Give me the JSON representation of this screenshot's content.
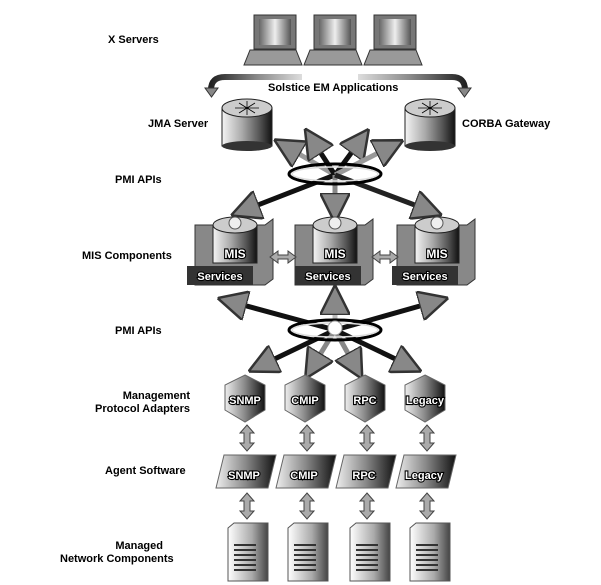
{
  "rows": {
    "x_servers": "X Servers",
    "pmi_apis_top": "PMI APIs",
    "mis_components": "MIS Components",
    "pmi_apis_bottom": "PMI APIs",
    "adapters_line1": "Management",
    "adapters_line2": "Protocol Adapters",
    "agent_software": "Agent Software",
    "managed_line1": "Managed",
    "managed_line2": "Network Components"
  },
  "apps_label": "Solstice EM Applications",
  "jma_server": "JMA Server",
  "corba_gateway": "CORBA Gateway",
  "mis": [
    {
      "top": "MIS",
      "bottom": "Services"
    },
    {
      "top": "MIS",
      "bottom": "Services"
    },
    {
      "top": "MIS",
      "bottom": "Services"
    }
  ],
  "adapters": [
    "SNMP",
    "CMIP",
    "RPC",
    "Legacy"
  ],
  "agents": [
    "SNMP",
    "CMIP",
    "RPC",
    "Legacy"
  ]
}
